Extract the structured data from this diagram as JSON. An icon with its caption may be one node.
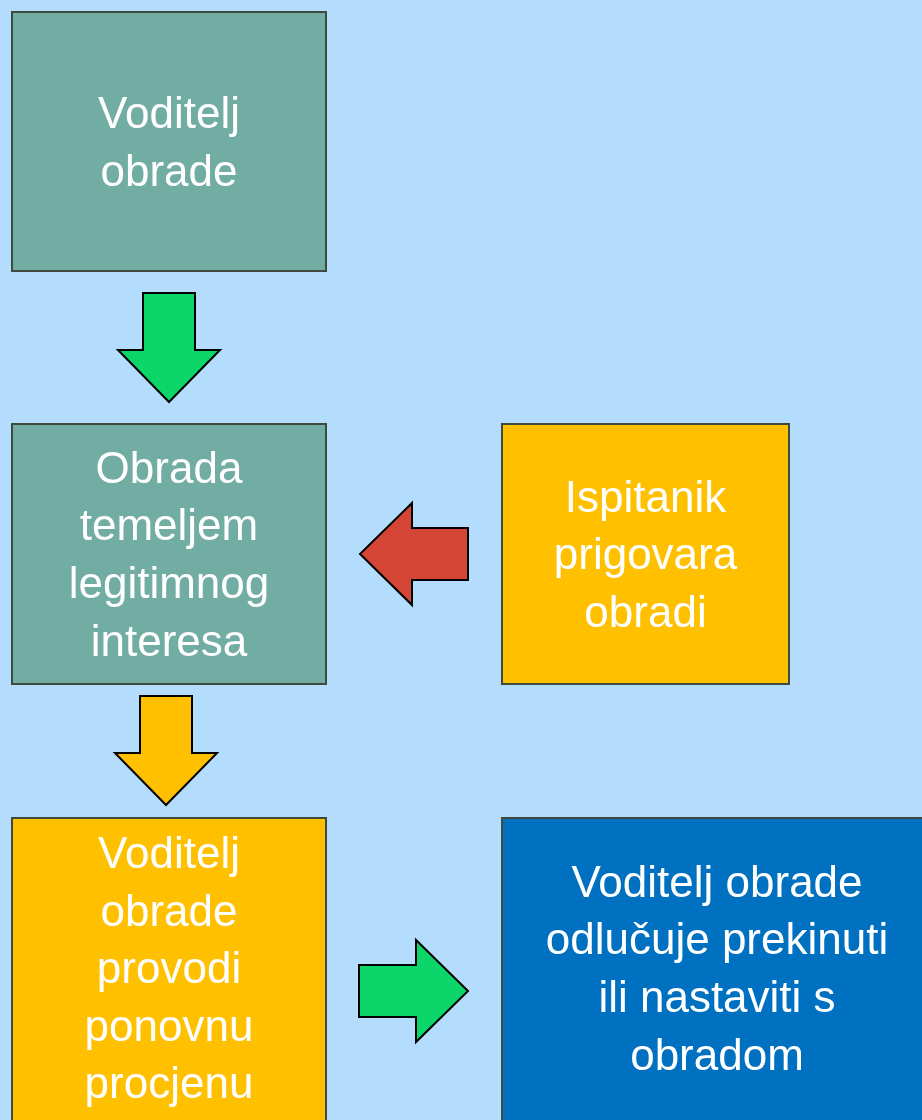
{
  "diagram": {
    "nodes": [
      {
        "text": [
          "Voditelj obrade"
        ]
      },
      {
        "text": [
          "Obrada temeljem legitimnog interesa"
        ]
      },
      {
        "text": [
          "Ispitanik prigovara obradi"
        ]
      },
      {
        "text": [
          "Voditelj obrade provodi ponovnu procjenu"
        ]
      },
      {
        "text": [
          "Voditelj obrade odlučuje prekinuti ili nastaviti s obradom"
        ]
      }
    ],
    "edges": [
      {
        "from": 0,
        "to": 1,
        "arrow": "to",
        "style": "thick",
        "color": "#0cd66a"
      },
      {
        "from": 2,
        "to": 1,
        "arrow": "to",
        "style": "thick",
        "color": "#d54535"
      },
      {
        "from": 1,
        "to": 3,
        "arrow": "to",
        "style": "thick",
        "color": "#ffc000"
      },
      {
        "from": 3,
        "to": 4,
        "arrow": "to",
        "style": "thick",
        "color": "#0cd66a"
      }
    ]
  }
}
